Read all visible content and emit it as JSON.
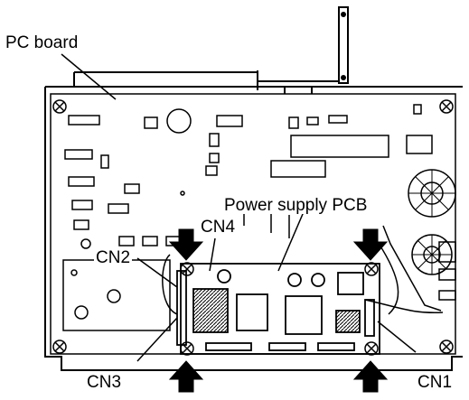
{
  "labels": {
    "pc_board": "PC board",
    "power_supply_pcb": "Power supply PCB",
    "cn1": "CN1",
    "cn2": "CN2",
    "cn3": "CN3",
    "cn4": "CN4"
  },
  "colors": {
    "line": "#000000",
    "background": "#ffffff"
  }
}
